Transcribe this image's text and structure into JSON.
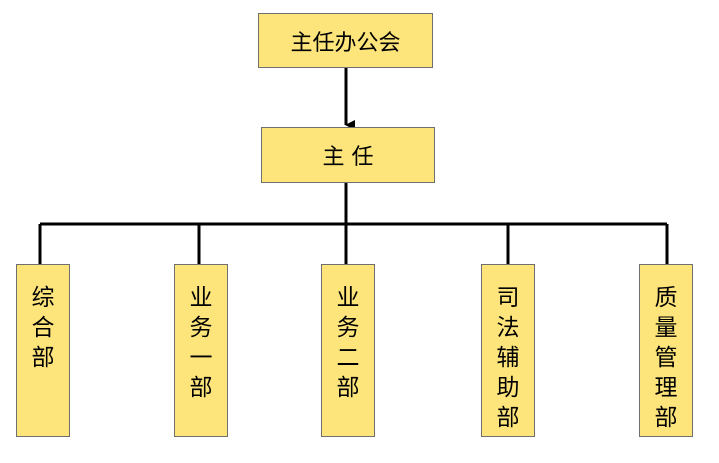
{
  "colors": {
    "box_fill": "#fde57b",
    "box_border": "#6f6f6f",
    "connector": "#000000"
  },
  "top_node": {
    "label": "主任办公会"
  },
  "director_node": {
    "label": "主 任"
  },
  "departments": [
    {
      "label": "综合部"
    },
    {
      "label": "业务一部"
    },
    {
      "label": "业务二部"
    },
    {
      "label": "司法辅助部"
    },
    {
      "label": "质量管理部"
    }
  ]
}
